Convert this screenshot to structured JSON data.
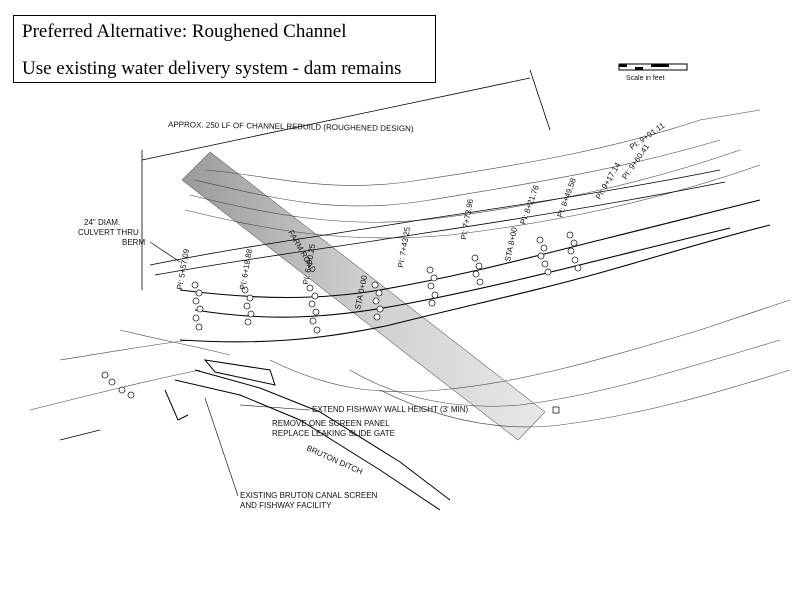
{
  "legend": {
    "line1": "Preferred Alternative: Roughened Channel",
    "line2": "Use existing water delivery system - dam remains"
  },
  "scale_bar": {
    "label": "Scale in feet"
  },
  "labels": {
    "approx": "APPROX. 250 LF OF CHANNEL REBUILD (ROUGHENED DESIGN)",
    "culvert_1": "24\" DIAM.",
    "culvert_2": "CULVERT THRU",
    "culvert_3": "BERM",
    "fishway_wall": "EXTEND FISHWAY WALL HEIGHT (3' MIN)",
    "screen_panel_1": "REMOVE ONE SCREEN PANEL",
    "screen_panel_2": "REPLACE LEAKING SLIDE GATE",
    "bruton_ditch": "BRUTON DITCH",
    "existing_1": "EXISTING BRUTON CANAL SCREEN",
    "existing_2": "AND FISHWAY FACILITY",
    "farm_road": "FARM ROAD",
    "sta_a": "STA 0+00",
    "sta_b": "STA 8+00"
  },
  "stations": [
    "PI: 5+57.09",
    "PI: 6+18.88",
    "PI: 6+90.25",
    "PI: 7+43.25",
    "PI: 7+73.96",
    "PI: 8+21.76",
    "PI: 8+49.58",
    "PI: 9+17.14",
    "PI: 9+60.41",
    "PI: 9+91.11"
  ],
  "colors": {
    "band_start": "#9a9a9a",
    "band_end": "#e6e6e6",
    "line": "#000000",
    "stone": "#222222"
  }
}
